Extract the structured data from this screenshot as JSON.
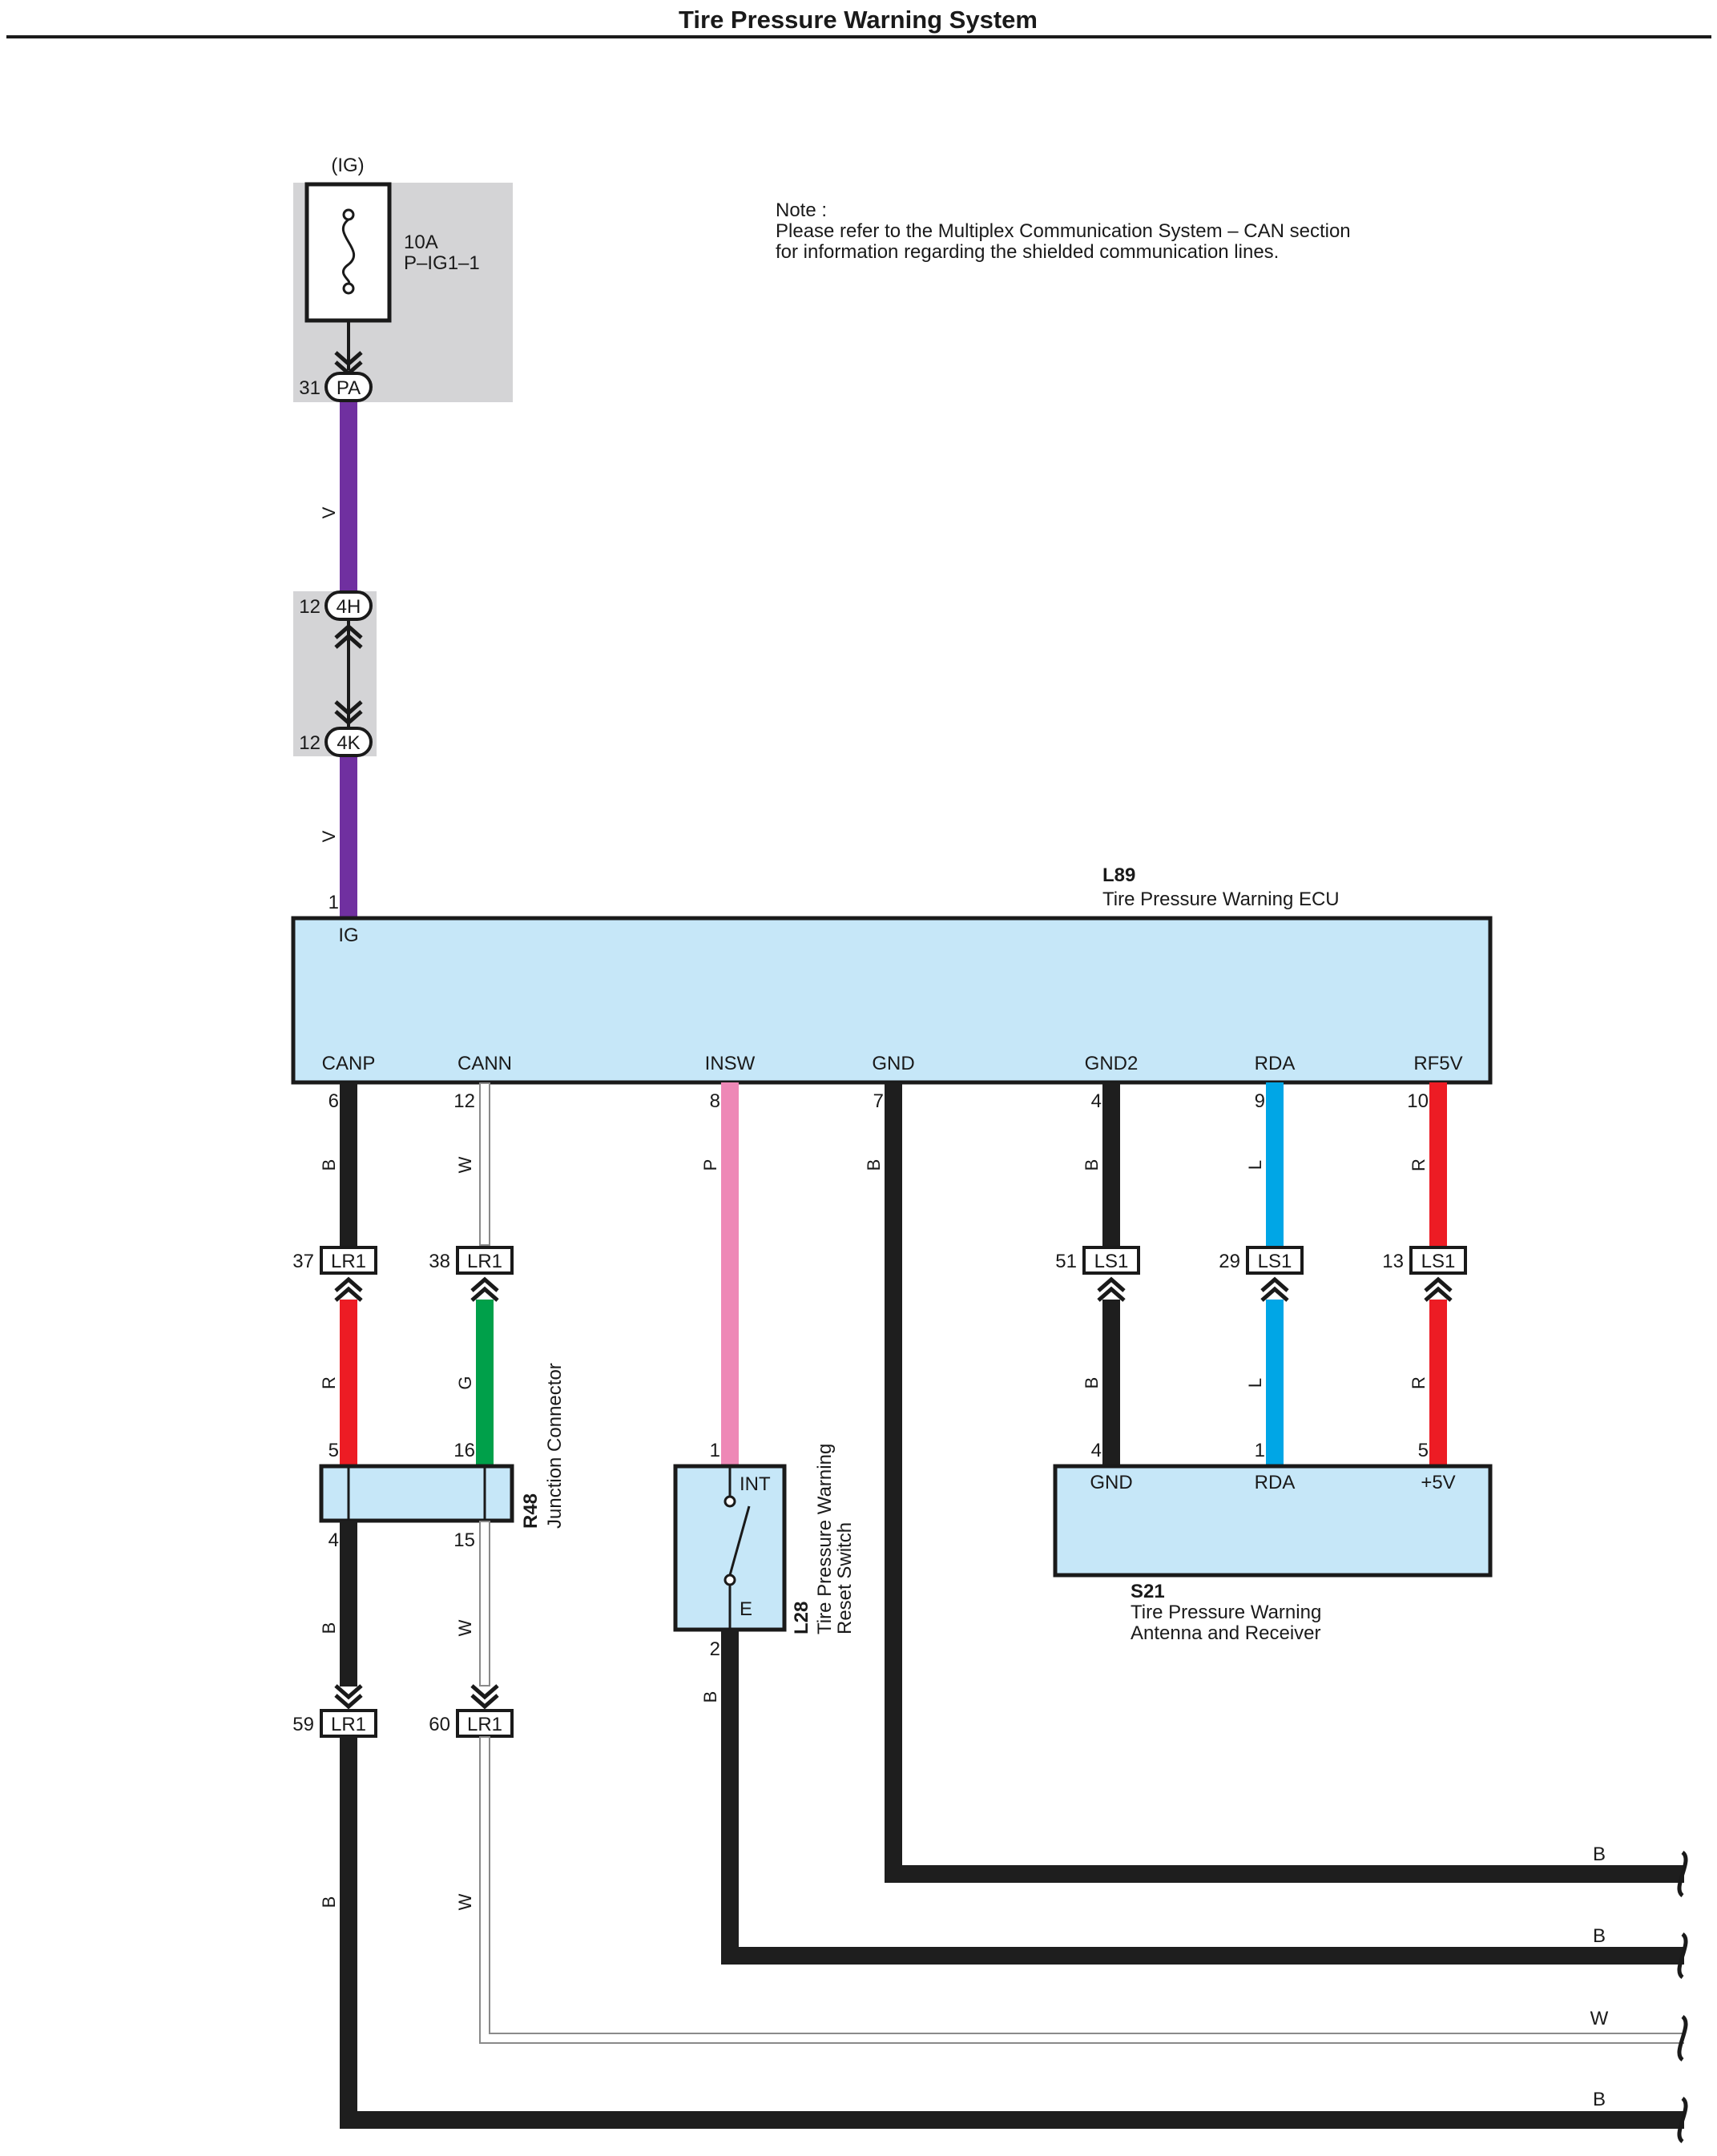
{
  "title": "Tire Pressure Warning System",
  "note": {
    "line1": "Note :",
    "line2": "Please refer to the Multiplex Communication System – CAN section",
    "line3": "for information regarding the shielded communication lines."
  },
  "colors": {
    "V": "#7030a0",
    "B": "#1e1e1e",
    "W": "#ffffff",
    "P": "#ee88b6",
    "L": "#00a6e6",
    "R": "#ed1c24",
    "G": "#00a04a",
    "component_fill": "#c6e7f8",
    "shade": "#d4d4d6"
  },
  "fuse": {
    "label": "(IG)",
    "amp": "10A",
    "name": "P–IG1–1"
  },
  "connectors": {
    "pa": {
      "num": "31",
      "code": "PA"
    },
    "4h": {
      "num": "12",
      "code": "4H"
    },
    "4k": {
      "num": "12",
      "code": "4K"
    },
    "lr1_37": {
      "num": "37",
      "code": "LR1"
    },
    "lr1_38": {
      "num": "38",
      "code": "LR1"
    },
    "ls1_51": {
      "num": "51",
      "code": "LS1"
    },
    "ls1_29": {
      "num": "29",
      "code": "LS1"
    },
    "ls1_13": {
      "num": "13",
      "code": "LS1"
    },
    "lr1_59": {
      "num": "59",
      "code": "LR1"
    },
    "lr1_60": {
      "num": "60",
      "code": "LR1"
    }
  },
  "ecu": {
    "code": "L89",
    "name": "Tire Pressure Warning ECU",
    "top_pin": {
      "num": "1",
      "name": "IG"
    },
    "pins": [
      {
        "num": "6",
        "name": "CANP"
      },
      {
        "num": "12",
        "name": "CANN"
      },
      {
        "num": "8",
        "name": "INSW"
      },
      {
        "num": "7",
        "name": "GND"
      },
      {
        "num": "4",
        "name": "GND2"
      },
      {
        "num": "9",
        "name": "RDA"
      },
      {
        "num": "10",
        "name": "RF5V"
      }
    ]
  },
  "junction": {
    "code": "R48",
    "name": "Junction Connector",
    "pins": [
      "5",
      "16",
      "4",
      "15"
    ]
  },
  "switch": {
    "code": "L28",
    "name_line1": "Tire Pressure Warning",
    "name_line2": "Reset Switch",
    "pin_in": "1",
    "pin_out": "2",
    "label_in": "INT",
    "label_out": "E"
  },
  "receiver": {
    "code": "S21",
    "name_line1": "Tire Pressure Warning",
    "name_line2": "Antenna and Receiver",
    "pins": [
      {
        "num": "4",
        "name": "GND"
      },
      {
        "num": "1",
        "name": "RDA"
      },
      {
        "num": "5",
        "name": "+5V"
      }
    ]
  },
  "wire_labels": {
    "v1": "V",
    "v2": "V",
    "canp_top": "B",
    "cann_top": "W",
    "insw": "P",
    "gnd": "B",
    "gnd2_top": "B",
    "rda_top": "L",
    "rf5v_top": "R",
    "canp_mid": "R",
    "cann_mid": "G",
    "gnd2_bot": "B",
    "rda_bot": "L",
    "rf5v_bot": "R",
    "j4": "B",
    "j15": "W",
    "sw2": "B",
    "lr59": "B",
    "lr60": "W"
  },
  "exit_labels": [
    "B",
    "B",
    "W",
    "B"
  ]
}
